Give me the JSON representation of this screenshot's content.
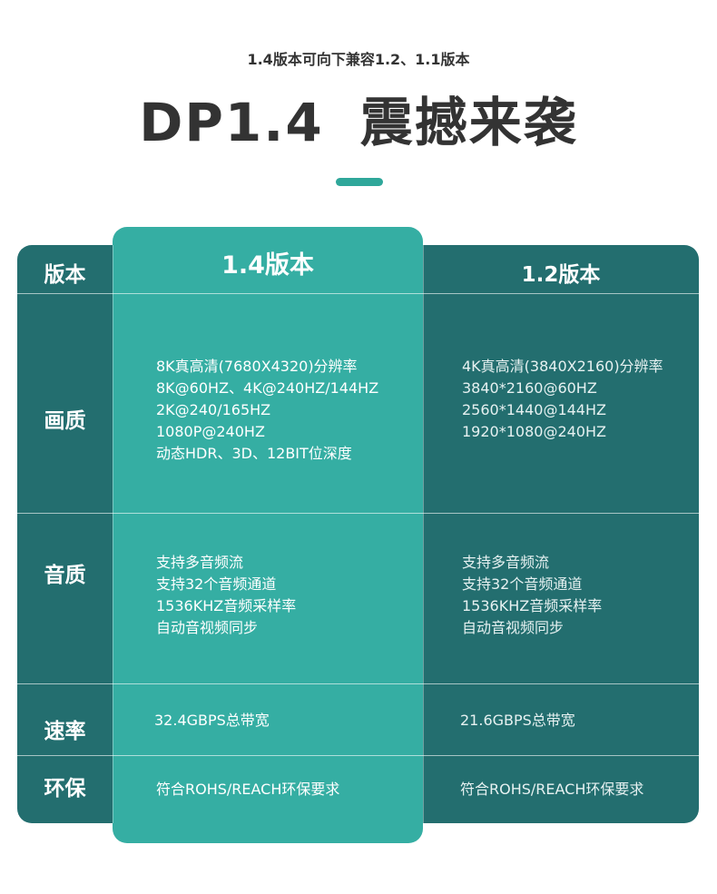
{
  "header": {
    "subtitle": "1.4版本可向下兼容1.2、1.1版本",
    "title_left": "DP1.4",
    "title_right": "震撼来袭"
  },
  "colors": {
    "table_dark": "#236e6f",
    "table_highlight": "#35aea3",
    "accent": "#2fa79a",
    "text_dark": "#333333"
  },
  "table": {
    "corner_label": "版本",
    "col_left": "1.4版本",
    "col_right": "1.2版本",
    "rows": [
      {
        "label": "画质",
        "left": [
          "8K真高清(7680X4320)分辨率",
          "8K@60HZ、4K@240HZ/144HZ",
          "2K@240/165HZ",
          "1080P@240HZ",
          "动态HDR、3D、12BIT位深度"
        ],
        "right": [
          "4K真高清(3840X2160)分辨率",
          "3840*2160@60HZ",
          "2560*1440@144HZ",
          "1920*1080@240HZ"
        ]
      },
      {
        "label": "音质",
        "left": [
          "支持多音频流",
          "支持32个音频通道",
          "1536KHZ音频采样率",
          "自动音视频同步"
        ],
        "right": [
          "支持多音频流",
          "支持32个音频通道",
          "1536KHZ音频采样率",
          "自动音视频同步"
        ]
      },
      {
        "label": "速率",
        "left": [
          "32.4GBPS总带宽"
        ],
        "right": [
          "21.6GBPS总带宽"
        ]
      },
      {
        "label": "环保",
        "left": [
          "符合ROHS/REACH环保要求"
        ],
        "right": [
          "符合ROHS/REACH环保要求"
        ]
      }
    ]
  }
}
